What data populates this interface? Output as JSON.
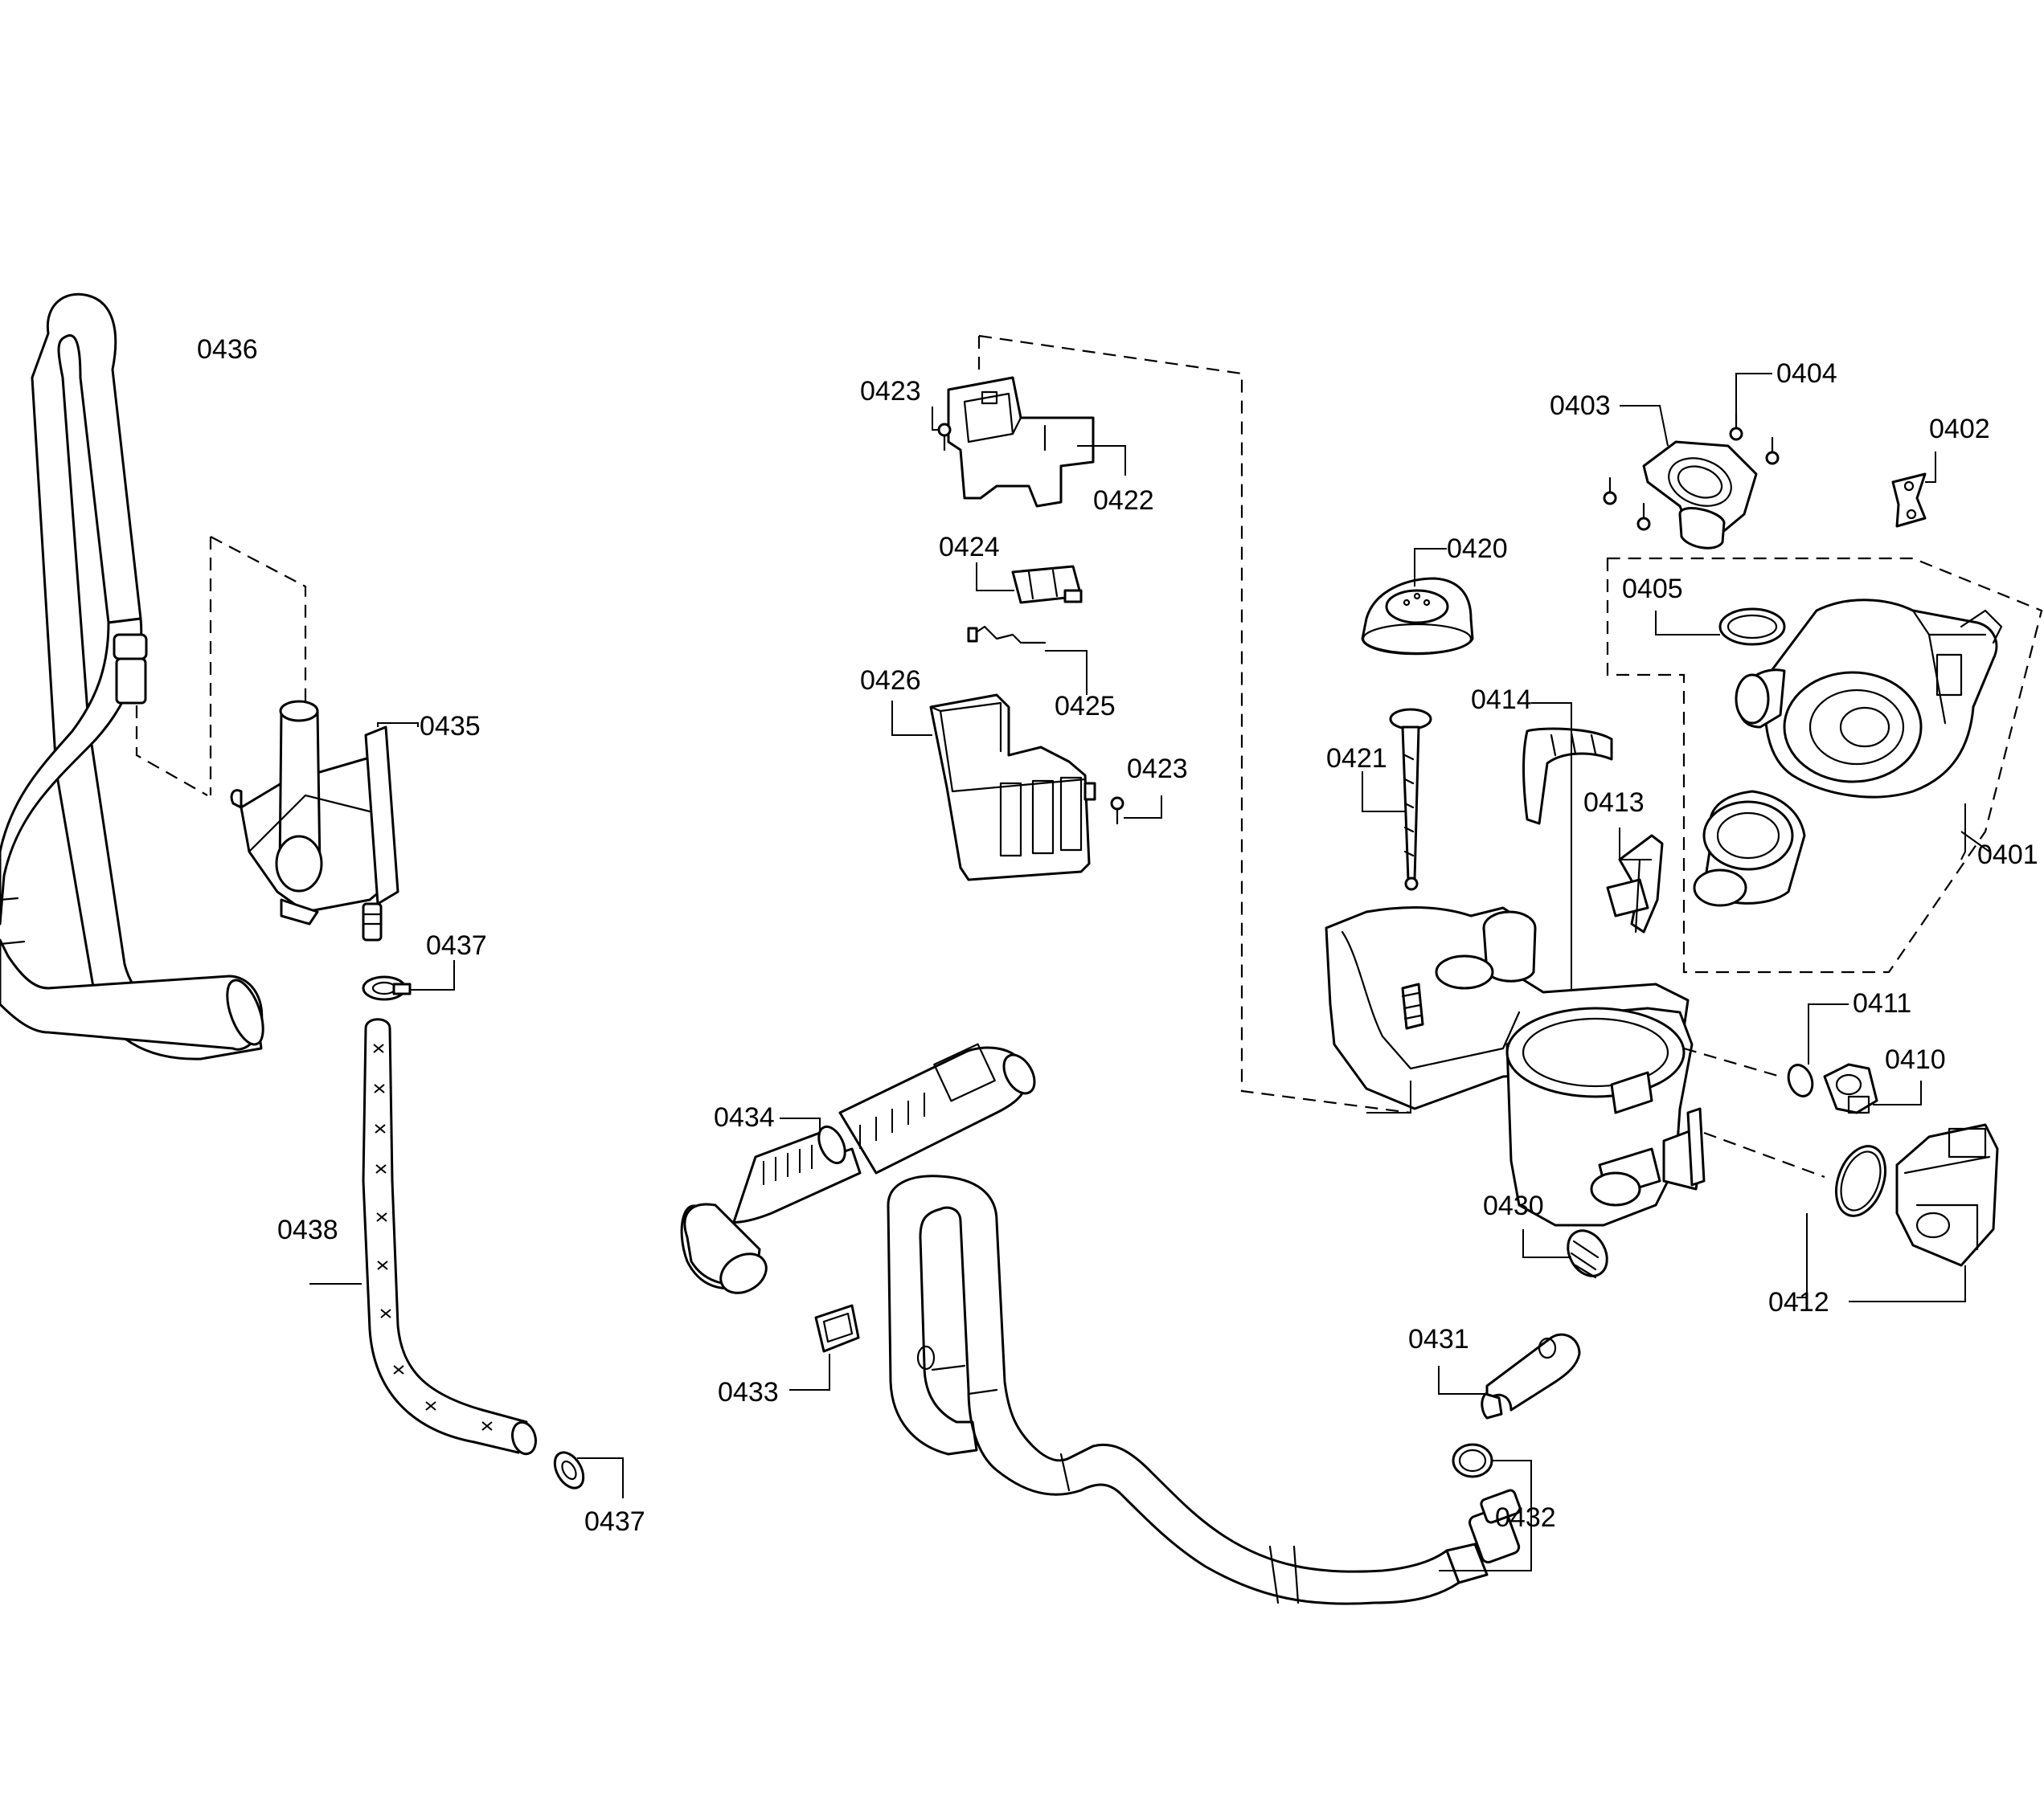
{
  "labels": [
    {
      "key": "l0436",
      "text": "0436"
    },
    {
      "key": "l0435",
      "text": "0435"
    },
    {
      "key": "l0437a",
      "text": "0437"
    },
    {
      "key": "l0437b",
      "text": "0437"
    },
    {
      "key": "l0438",
      "text": "0438"
    },
    {
      "key": "l0423a",
      "text": "0423"
    },
    {
      "key": "l0422",
      "text": "0422"
    },
    {
      "key": "l0424",
      "text": "0424"
    },
    {
      "key": "l0425",
      "text": "0425"
    },
    {
      "key": "l0426",
      "text": "0426"
    },
    {
      "key": "l0423b",
      "text": "0423"
    },
    {
      "key": "l0434",
      "text": "0434"
    },
    {
      "key": "l0433",
      "text": "0433"
    },
    {
      "key": "l0403",
      "text": "0403"
    },
    {
      "key": "l0404",
      "text": "0404"
    },
    {
      "key": "l0402",
      "text": "0402"
    },
    {
      "key": "l0420",
      "text": "0420"
    },
    {
      "key": "l0405",
      "text": "0405"
    },
    {
      "key": "l0414",
      "text": "0414"
    },
    {
      "key": "l0421",
      "text": "0421"
    },
    {
      "key": "l0413",
      "text": "0413"
    },
    {
      "key": "l0401",
      "text": "0401"
    },
    {
      "key": "l0411",
      "text": "0411"
    },
    {
      "key": "l0410",
      "text": "0410"
    },
    {
      "key": "l0430",
      "text": "0430"
    },
    {
      "key": "l0412",
      "text": "0412"
    },
    {
      "key": "l0431",
      "text": "0431"
    },
    {
      "key": "l0432",
      "text": "0432"
    }
  ]
}
